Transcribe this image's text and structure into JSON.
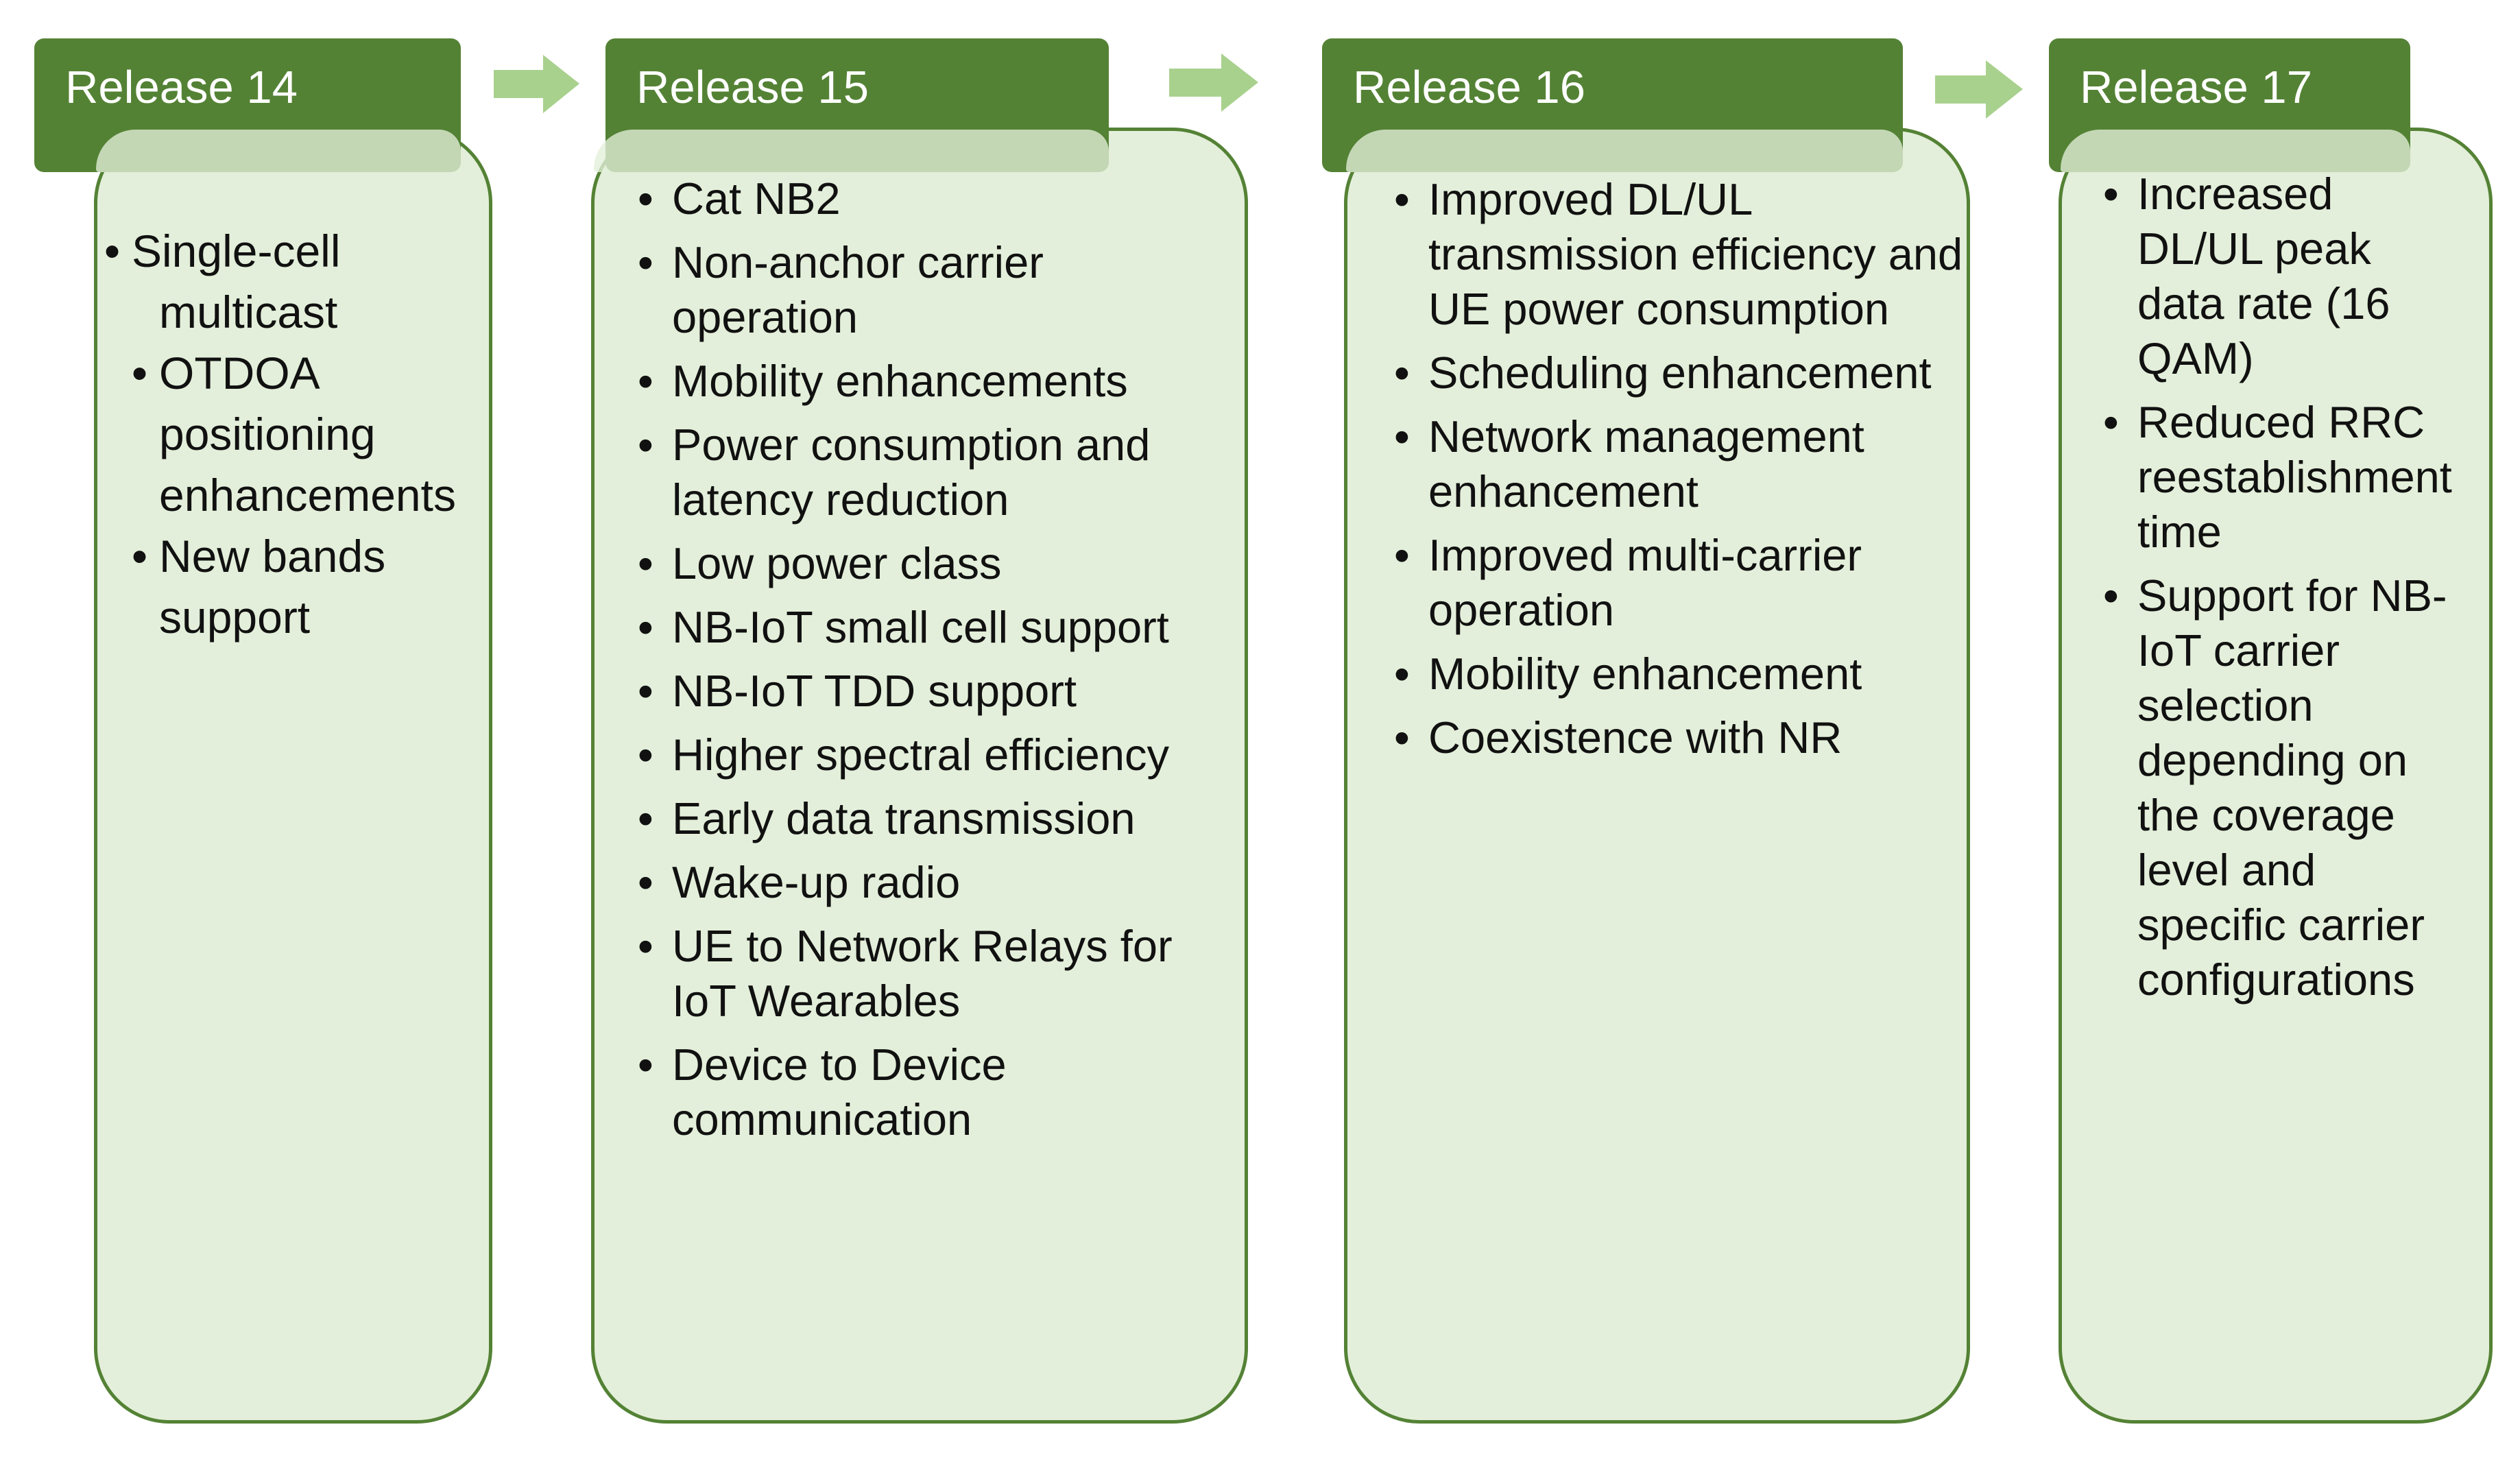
{
  "colors": {
    "header": "#548235",
    "panel_fill": "#e3efda",
    "panel_border": "#548235",
    "arrow": "#a9d18e"
  },
  "arrow_icon": "right-arrow-icon",
  "releases": [
    {
      "title": "Release 14",
      "items": [
        "Single-cell multicast",
        "OTDOA positioning enhancements",
        "New bands support"
      ]
    },
    {
      "title": "Release 15",
      "items": [
        "Cat NB2",
        "Non-anchor carrier operation",
        "Mobility enhancements",
        "Power consumption and latency reduction",
        "Low power class",
        "NB-IoT small cell support",
        "NB-IoT TDD support",
        "Higher spectral efficiency",
        "Early data transmission",
        "Wake-up radio",
        "UE to Network Relays for IoT Wearables",
        "Device to Device communication"
      ]
    },
    {
      "title": "Release 16",
      "items": [
        "Improved DL/UL transmission efficiency and UE power consumption",
        "Scheduling enhancement",
        "Network management enhancement",
        "Improved multi-carrier operation",
        "Mobility enhancement",
        "Coexistence with NR"
      ]
    },
    {
      "title": "Release 17",
      "items": [
        "Increased DL/UL peak data rate (16 QAM)",
        "Reduced RRC reestablishment time",
        "Support for NB-IoT carrier selection depending on the coverage level and specific carrier configurations"
      ]
    }
  ]
}
